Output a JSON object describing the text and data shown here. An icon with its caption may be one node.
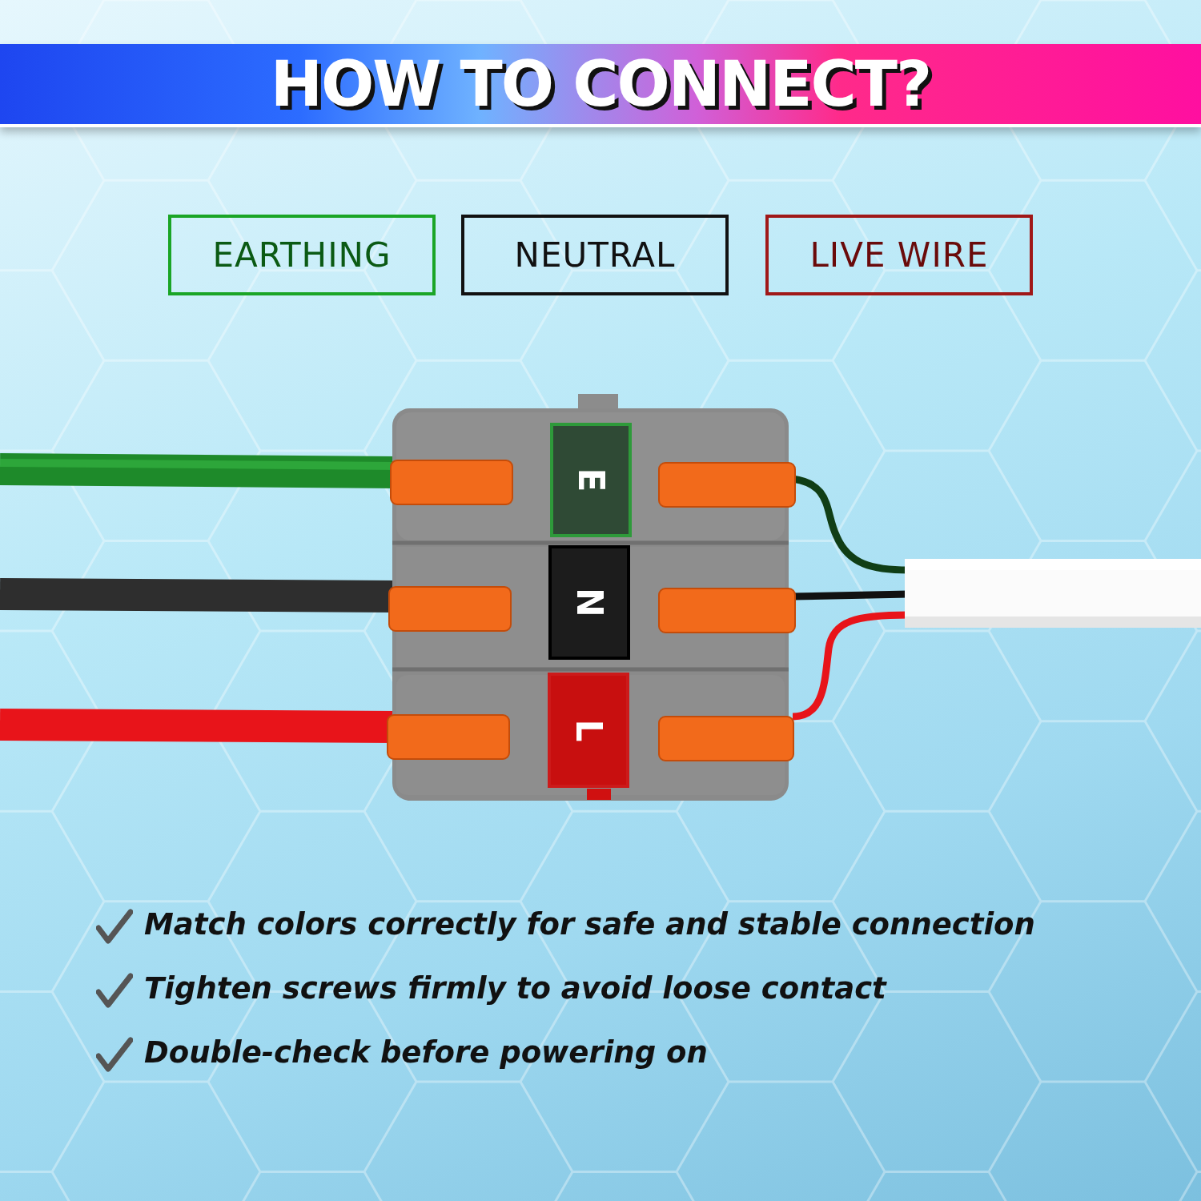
{
  "diagram": {
    "title": "HOW TO CONNECT?",
    "nodes": [
      {
        "text": [
          "EARTHING"
        ]
      },
      {
        "text": [
          "NEUTRAL"
        ]
      },
      {
        "text": [
          "LIVE WIRE"
        ]
      },
      {
        "text": [
          "E"
        ]
      },
      {
        "text": [
          "N"
        ]
      },
      {
        "text": [
          "L"
        ]
      }
    ],
    "labels": [
      "Match colors correctly for safe and stable connection",
      "Tighten screws firmly to avoid loose contact",
      "Double-check before powering on"
    ]
  }
}
